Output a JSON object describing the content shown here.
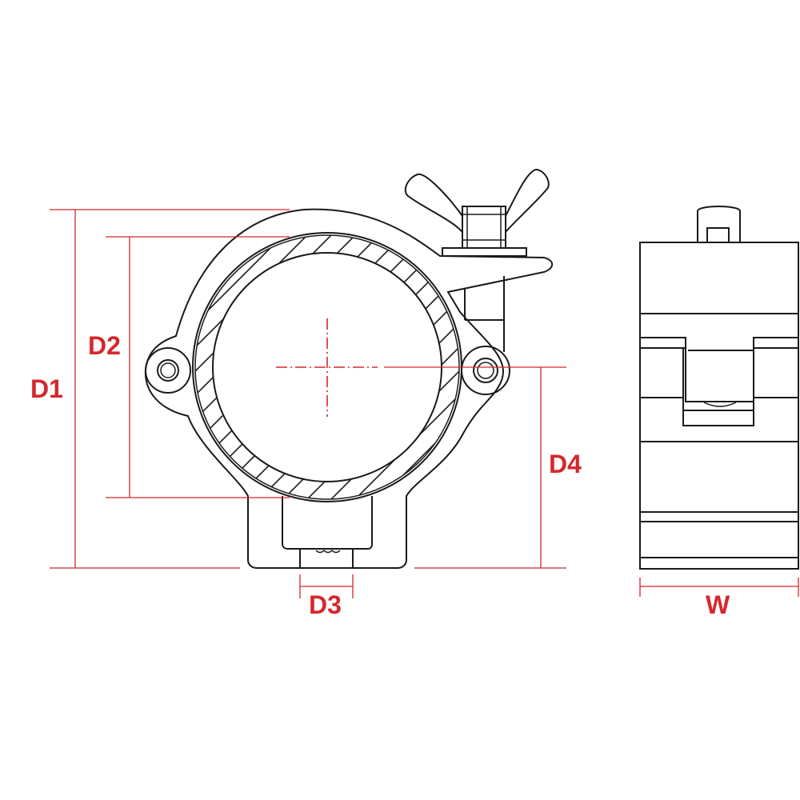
{
  "labels": {
    "d1": "D1",
    "d2": "D2",
    "d3": "D3",
    "d4": "D4",
    "w": "W"
  },
  "colors": {
    "dimension": "#d4282c",
    "outline": "#1a1a1a"
  }
}
